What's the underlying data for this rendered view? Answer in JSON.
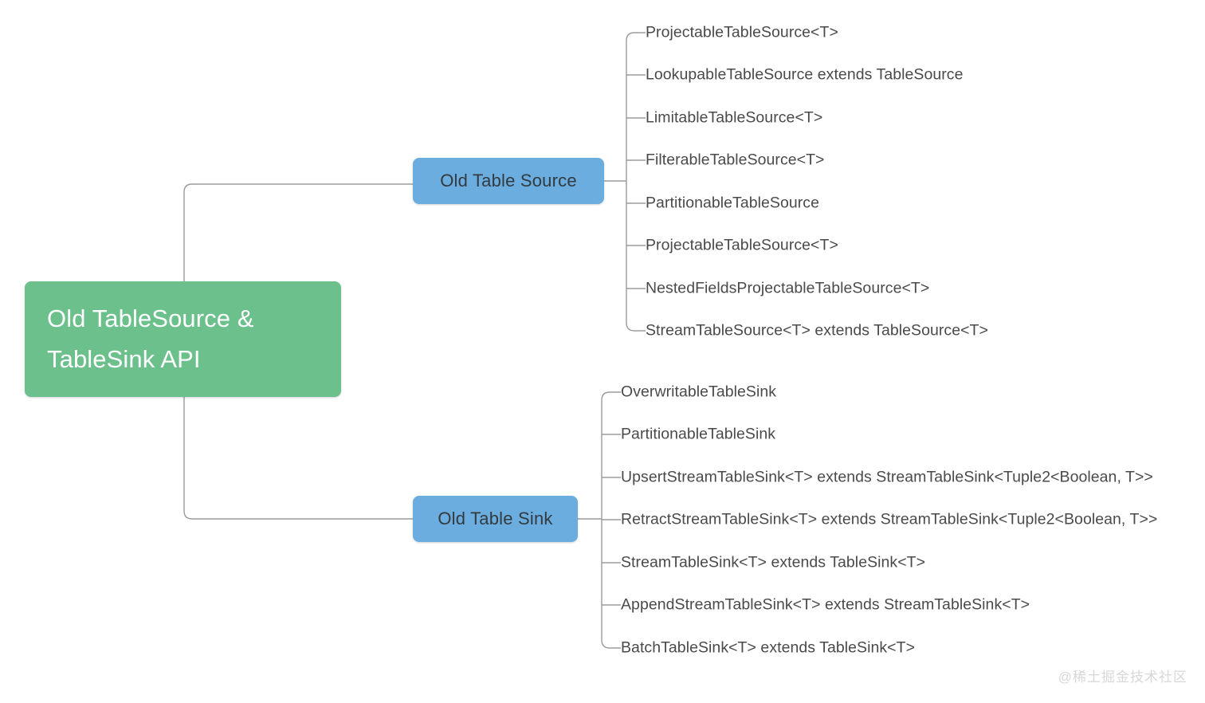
{
  "diagram": {
    "type": "mindmap",
    "title": "Old TableSource & TableSink API",
    "colors": {
      "root_fill": "#6cc08c",
      "root_text": "#ffffff",
      "branch_fill": "#6aadde",
      "branch_text": "#333a40",
      "leaf_text": "#4a4a4a",
      "connector": "#9b9b9b",
      "background": "#ffffff",
      "watermark_text": "#d7d7d7"
    },
    "root": {
      "label": "Old TableSource &\nTableSink API"
    },
    "branches": [
      {
        "label": "Old Table Source",
        "leaves": [
          {
            "label": "ProjectableTableSource<T>"
          },
          {
            "label": "LookupableTableSource extends TableSource"
          },
          {
            "label": "LimitableTableSource<T>"
          },
          {
            "label": "FilterableTableSource<T>"
          },
          {
            "label": "PartitionableTableSource"
          },
          {
            "label": "ProjectableTableSource<T>"
          },
          {
            "label": "NestedFieldsProjectableTableSource<T>"
          },
          {
            "label": "StreamTableSource<T> extends TableSource<T>"
          }
        ]
      },
      {
        "label": "Old Table Sink",
        "leaves": [
          {
            "label": "OverwritableTableSink"
          },
          {
            "label": "PartitionableTableSink"
          },
          {
            "label": "UpsertStreamTableSink<T> extends StreamTableSink<Tuple2<Boolean, T>>"
          },
          {
            "label": "RetractStreamTableSink<T> extends StreamTableSink<Tuple2<Boolean, T>>"
          },
          {
            "label": "StreamTableSink<T> extends TableSink<T>"
          },
          {
            "label": "AppendStreamTableSink<T> extends StreamTableSink<T>"
          },
          {
            "label": "BatchTableSink<T> extends TableSink<T>"
          }
        ]
      }
    ],
    "watermark": "@稀土掘金技术社区"
  }
}
